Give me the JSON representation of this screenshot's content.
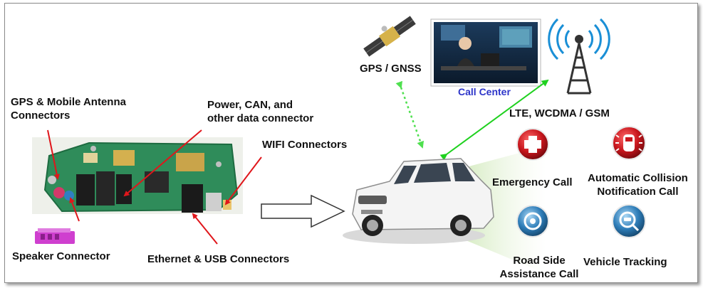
{
  "labels": {
    "gps_antenna_line1": "GPS & Mobile Antenna",
    "gps_antenna_line2": "Connectors",
    "power_can_line1": "Power, CAN, and",
    "power_can_line2": "other data connector",
    "wifi": "WIFI Connectors",
    "speaker": "Speaker Connector",
    "ethernet_usb": "Ethernet & USB Connectors",
    "gps_gnss": "GPS / GNSS",
    "call_center": "Call Center",
    "network": "LTE, WCDMA / GSM",
    "emergency_call": "Emergency Call",
    "collision_line1": "Automatic Collision",
    "collision_line2": "Notification Call",
    "roadside_line1": "Road Side",
    "roadside_line2": "Assistance Call",
    "vehicle_tracking": "Vehicle Tracking"
  },
  "icons": {
    "satellite": "satellite-icon",
    "call_center": "call-center-photo",
    "tower": "cell-tower-icon",
    "emergency": "medical-cross-icon",
    "collision": "car-crash-icon",
    "roadside": "tire-icon",
    "tracking": "car-search-icon",
    "board": "circuit-board-photo",
    "speaker": "speaker-connector-photo",
    "car": "suv-car-photo"
  },
  "colors": {
    "annotation_arrow": "#e0161b",
    "link_green": "#1fd11f",
    "link_dotted": "#4fe04f",
    "icon_red": "#c8161d",
    "icon_blue": "#2e7db8",
    "call_center_text": "#2d35c9"
  }
}
